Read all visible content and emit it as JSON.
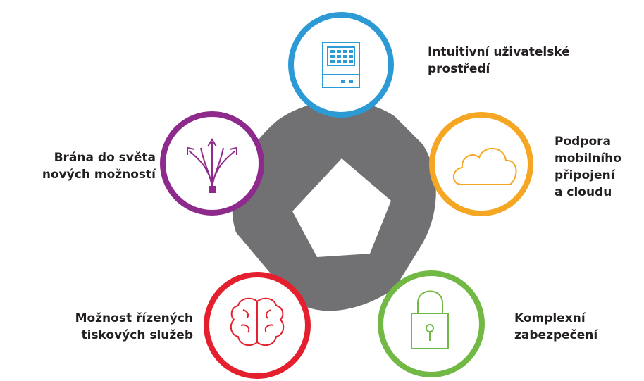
{
  "colors": {
    "hub": "#717174",
    "text": "#231f20",
    "interface": "#2b9ad5",
    "cloud": "#f5a623",
    "security": "#71b944",
    "services": "#e5202e",
    "gateway": "#8d2a8c"
  },
  "nodes": [
    {
      "key": "interface",
      "icon": "monitor-icon",
      "label": "Intuitivní uživatelské\nprostředí"
    },
    {
      "key": "cloud",
      "icon": "cloud-icon",
      "label": "Podpora\nmobilního\npřipojení\na cloudu"
    },
    {
      "key": "security",
      "icon": "padlock-icon",
      "label": "Komplexní\nzabezpečení"
    },
    {
      "key": "services",
      "icon": "brain-icon",
      "label": "Možnost řízených\ntiskových služeb"
    },
    {
      "key": "gateway",
      "icon": "branching-arrows-icon",
      "label": "Brána do světa\nnových možností"
    }
  ]
}
